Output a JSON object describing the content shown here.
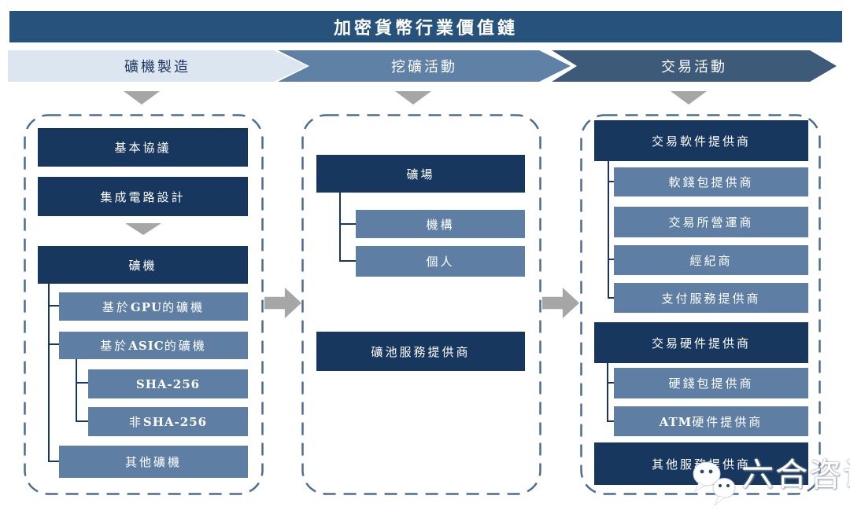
{
  "title": "加密貨幣行業價值鏈",
  "stages": [
    {
      "label": "礦機製造"
    },
    {
      "label": "挖礦活動"
    },
    {
      "label": "交易活動"
    }
  ],
  "columns": [
    {
      "name": "礦機製造",
      "boxes": [
        {
          "label": "基本協議"
        },
        {
          "label": "集成電路設計"
        },
        {
          "label": "礦機"
        },
        {
          "label": "基於GPU的礦機"
        },
        {
          "label": "基於ASIC的礦機"
        },
        {
          "label": "SHA-256"
        },
        {
          "label": "非SHA-256"
        },
        {
          "label": "其他礦機"
        }
      ]
    },
    {
      "name": "挖礦活動",
      "boxes": [
        {
          "label": "礦場"
        },
        {
          "label": "機構"
        },
        {
          "label": "個人"
        },
        {
          "label": "礦池服務提供商"
        }
      ]
    },
    {
      "name": "交易活動",
      "boxes": [
        {
          "label": "交易軟件提供商"
        },
        {
          "label": "軟錢包提供商"
        },
        {
          "label": "交易所營運商"
        },
        {
          "label": "經紀商"
        },
        {
          "label": "支付服務提供商"
        },
        {
          "label": "交易硬件提供商"
        },
        {
          "label": "硬錢包提供商"
        },
        {
          "label": "ATM硬件提供商"
        },
        {
          "label": "其他服務提供商"
        }
      ]
    }
  ],
  "watermark": {
    "text": "六合咨询",
    "icon": "wechat-icon"
  },
  "colors": {
    "title_bar": "#26527B",
    "dark_box": "#17375E",
    "medium_box": "#5E7FA3",
    "chevron1": "#DCE5F0",
    "chevron2": "#5F81A6",
    "chevron3": "#3D5A78",
    "grey": "#A6A6A6",
    "dash": "#4A6C91",
    "line": "#17375E",
    "text_dark": "#1F3864"
  }
}
